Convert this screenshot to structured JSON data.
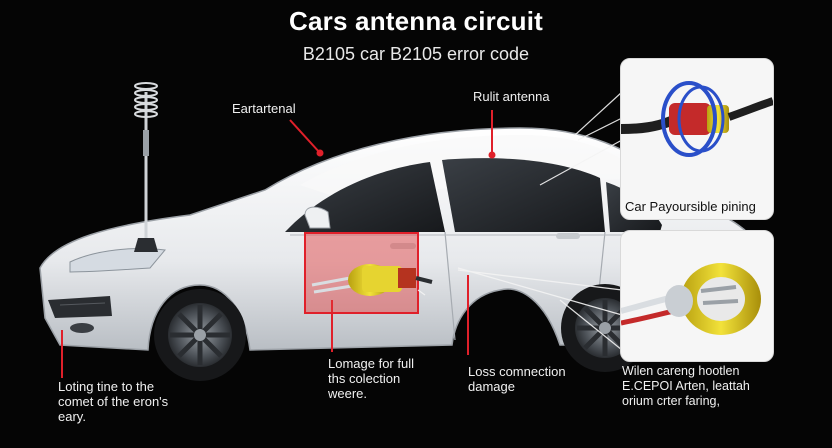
{
  "header": {
    "title": "Cars antenna circuit",
    "subtitle": "B2105 car B2105 error code"
  },
  "callouts": {
    "external_antenna": "Eartartenal",
    "built_antenna": "Rulit antenna",
    "damage_full": [
      "Lomage for full",
      "ths colection",
      "weere."
    ],
    "loss_connection": [
      "Loss comnection",
      "damage"
    ],
    "bottom_left": [
      "Loting tine to the",
      "comet of the eron's",
      "eary."
    ]
  },
  "insets": {
    "top_right_caption": "Car Payoursible pining",
    "bottom_right_caption": [
      "Wilen careng hootlen",
      "E.CEPOI Arten, leattah",
      "orium crter faring,"
    ]
  },
  "colors": {
    "background": "#050505",
    "callout_line": "#e0202a",
    "highlight_box": "#e23a3a",
    "connector_gold": "#d6c21a",
    "ring_blue": "#2a4fc9"
  }
}
